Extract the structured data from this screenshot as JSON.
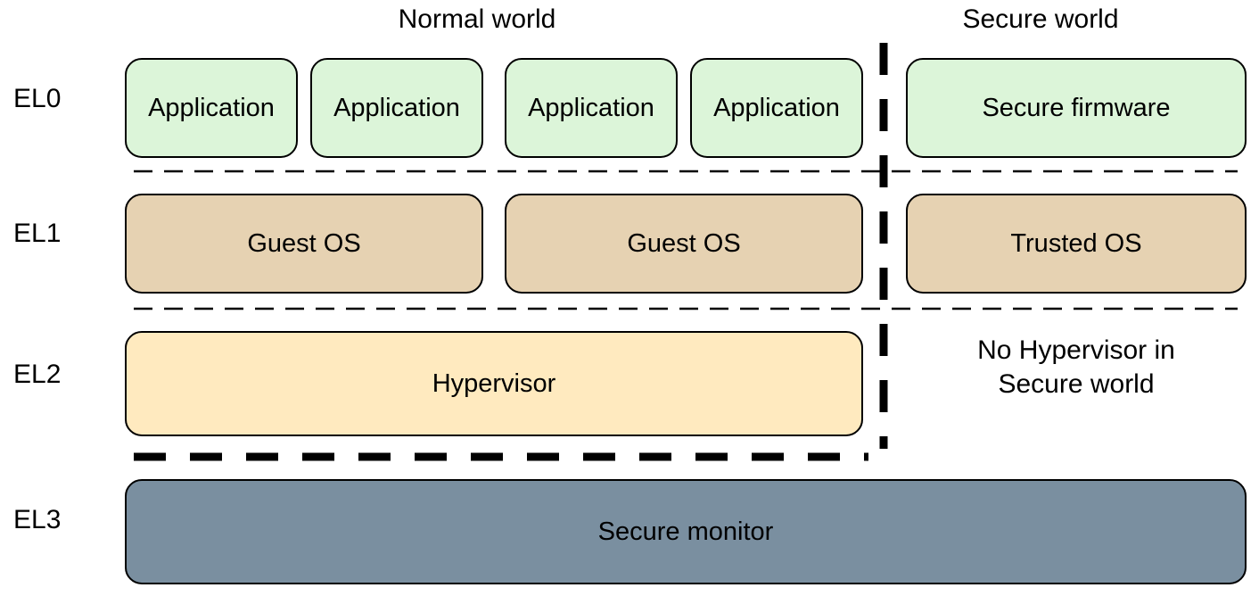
{
  "titles": {
    "normal_world": "Normal world",
    "secure_world": "Secure world"
  },
  "exception_levels": [
    "EL0",
    "EL1",
    "EL2",
    "EL3"
  ],
  "normal_world": {
    "applications": [
      "Application",
      "Application",
      "Application",
      "Application"
    ],
    "guest_os": [
      "Guest OS",
      "Guest OS"
    ],
    "hypervisor": "Hypervisor"
  },
  "secure_world": {
    "secure_firmware": "Secure firmware",
    "trusted_os": "Trusted OS",
    "note_lines": [
      "No Hypervisor in",
      "Secure world"
    ]
  },
  "shared": {
    "secure_monitor": "Secure monitor"
  },
  "colors": {
    "application_fill": "#dcf5d9",
    "os_fill": "#e6d2b2",
    "hypervisor_fill": "#ffeabf",
    "monitor_fill": "#7a8fa0",
    "line": "#000000",
    "text": "#000000",
    "background": "#ffffff"
  }
}
